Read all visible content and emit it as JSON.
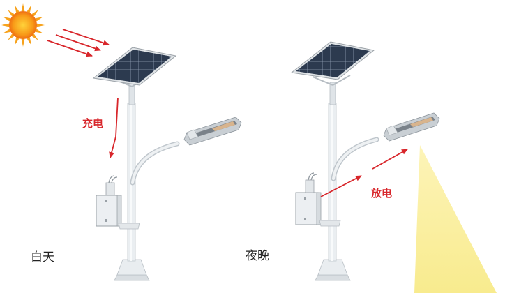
{
  "labels": {
    "charge": "充电",
    "discharge": "放电",
    "day": "白天",
    "night": "夜晚"
  },
  "colors": {
    "arrow": "#d8262b",
    "panel": "#2e3b4e",
    "pole": "#e6ebee",
    "light_beam": "#fbf1a6",
    "sun": "#f7a21b"
  }
}
